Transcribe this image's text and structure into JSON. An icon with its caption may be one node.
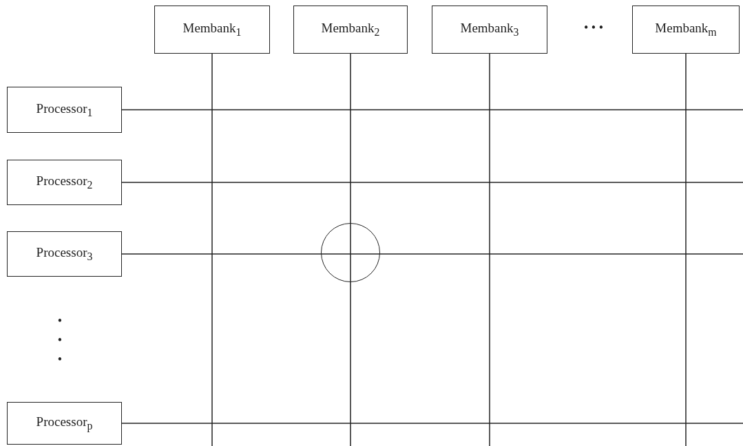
{
  "diagram": {
    "nodes": [
      {
        "text": [
          "Membank$_{1}$"
        ]
      },
      {
        "text": [
          "Membank$_{2}$"
        ]
      },
      {
        "text": [
          "Membank$_{3}$"
        ]
      },
      {
        "text": [
          "Membank$_{m}$"
        ]
      },
      {
        "text": [
          "Processor$_{1}$"
        ]
      },
      {
        "text": [
          "Processor$_{2}$"
        ]
      },
      {
        "text": [
          "Processor$_{3}$"
        ]
      },
      {
        "text": [
          "Processor$_{p}$"
        ]
      },
      {
        "text": [],
        "shape": "circle"
      }
    ],
    "edges": [
      {
        "from": 0,
        "to": null,
        "arrow": "none"
      },
      {
        "from": 1,
        "to": null,
        "arrow": "none"
      },
      {
        "from": 2,
        "to": null,
        "arrow": "none"
      },
      {
        "from": 3,
        "to": null,
        "arrow": "none"
      },
      {
        "from": 4,
        "to": null,
        "arrow": "none"
      },
      {
        "from": 5,
        "to": null,
        "arrow": "none"
      },
      {
        "from": 6,
        "to": null,
        "arrow": "none"
      },
      {
        "from": 7,
        "to": null,
        "arrow": "none"
      }
    ],
    "labels": [
      "• • •",
      "• • •"
    ]
  }
}
